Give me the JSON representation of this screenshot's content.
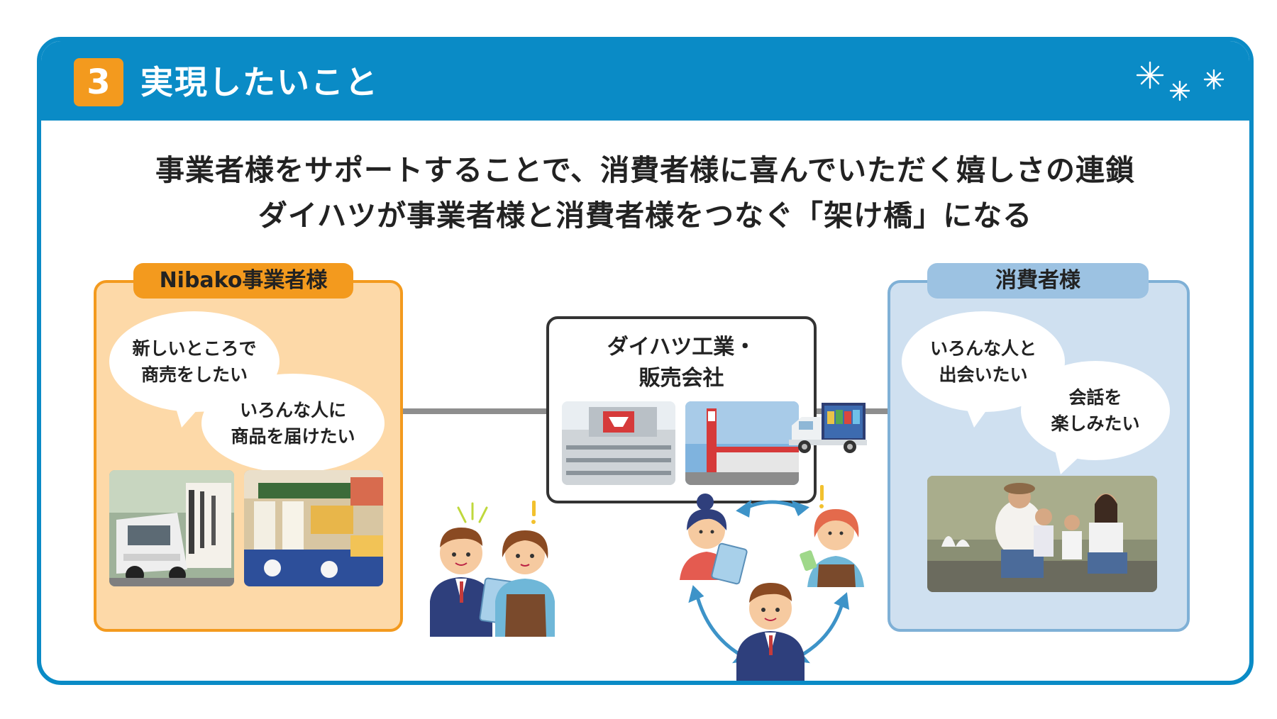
{
  "header": {
    "number": "3",
    "title": "実現したいこと"
  },
  "headline": {
    "line1": "事業者様をサポートすることで、消費者様に喜んでいただく嬉しさの連鎖",
    "line2": "ダイハツが事業者様と消費者様をつなぐ「架け橋」になる"
  },
  "left_panel": {
    "tab": "Nibako事業者様",
    "bubble1": [
      "新しいところで",
      "商売をしたい"
    ],
    "bubble2": [
      "いろんな人に",
      "商品を届けたい"
    ]
  },
  "center": {
    "label_line1": "ダイハツ工業・",
    "label_line2": "販売会社"
  },
  "right_panel": {
    "tab": "消費者様",
    "bubble1": [
      "いろんな人と",
      "出会いたい"
    ],
    "bubble2": [
      "会話を",
      "楽しみたい"
    ]
  },
  "colors": {
    "header_blue": "#0a8bc6",
    "accent_orange": "#f39a1e",
    "left_panel_bg": "#fdd9a8",
    "right_panel_bg": "#cfe0f0",
    "right_panel_border": "#7fb0d6",
    "connector_gray": "#8e8e8e"
  },
  "icons": [
    "snowflake-sparkle-icon",
    "arrow-cycle-icon",
    "exclamation-icon"
  ]
}
